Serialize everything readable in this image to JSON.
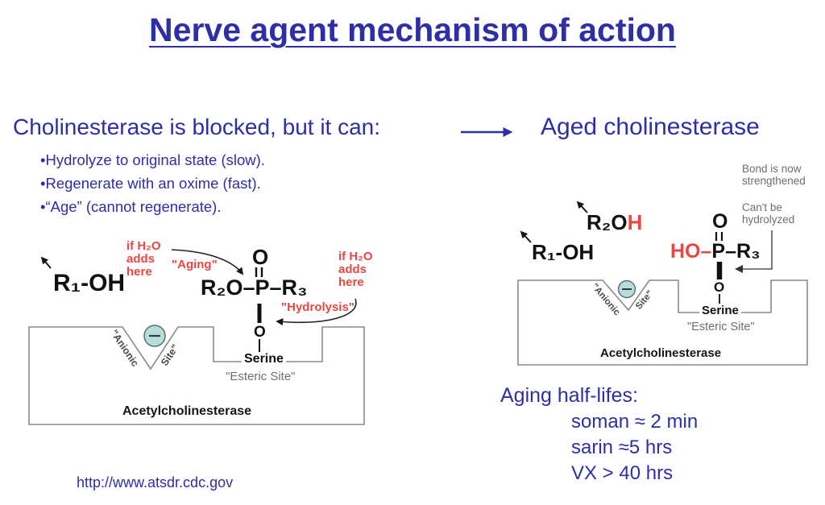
{
  "colors": {
    "blue": "#2e2ea6",
    "red": "#e94741",
    "gray": "#8c8c8c",
    "darkgray": "#6e6e6e",
    "ink": "#111111"
  },
  "title": "Nerve agent mechanism of action",
  "left_section": {
    "heading": "Cholinesterase is blocked, but it can:",
    "bullets": [
      "•Hydrolyze to original state (slow).",
      "•Regenerate with an oxime (fast).",
      "•“Age” (cannot regenerate)."
    ]
  },
  "right_section": {
    "heading": "Aged cholinesterase"
  },
  "left_diagram": {
    "leaving_group": "R₁-OH",
    "water_left": [
      "if H₂O",
      "adds",
      "here"
    ],
    "aging_label": "\"Aging\"",
    "o_top": "O",
    "backbone": "R₂O–P–R₃",
    "o_bottom": "O",
    "water_right": [
      "if H₂O",
      "adds",
      "here"
    ],
    "hydrolysis_label": "\"Hydrolysis\"",
    "serine": "Serine",
    "esteric_site": "\"Esteric Site\"",
    "anionic_left": "\"Anionic",
    "anionic_right": "Site\"",
    "enzyme": "Acetylcholinesterase"
  },
  "right_diagram": {
    "r2o_black": "R₂O",
    "r2o_red_h": "H",
    "leaving_group": "R₁-OH",
    "ho_red": "HO–",
    "backbone_rest": "P–R₃",
    "o_top": "O",
    "o_bottom": "O",
    "bond_note": [
      "Bond is now",
      "strengthened"
    ],
    "cant_note": [
      "Can't be",
      "hydrolyzed"
    ],
    "serine": "Serine",
    "esteric_site": "\"Esteric Site\"",
    "anionic_left": "\"Anionic",
    "anionic_right": "Site\"",
    "enzyme": "Acetylcholinesterase"
  },
  "half_lifes": {
    "heading": "Aging half-lifes:",
    "items": [
      "soman ≈ 2 min",
      "sarin ≈5 hrs",
      "VX > 40 hrs"
    ]
  },
  "footer": {
    "url": "http://www.atsdr.cdc.gov"
  }
}
